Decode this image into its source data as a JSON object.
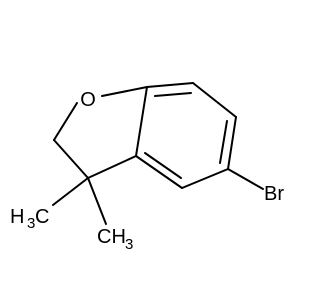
{
  "molecule": {
    "atoms": {
      "oxygen": "O",
      "bromine": "Br",
      "methyl_left": {
        "main": "H",
        "sub": "3",
        "tail": "C"
      },
      "methyl_right": {
        "main": "CH",
        "sub": "3"
      }
    },
    "colors": {
      "bond": "#000000",
      "text": "#000000",
      "background": "#ffffff"
    }
  }
}
